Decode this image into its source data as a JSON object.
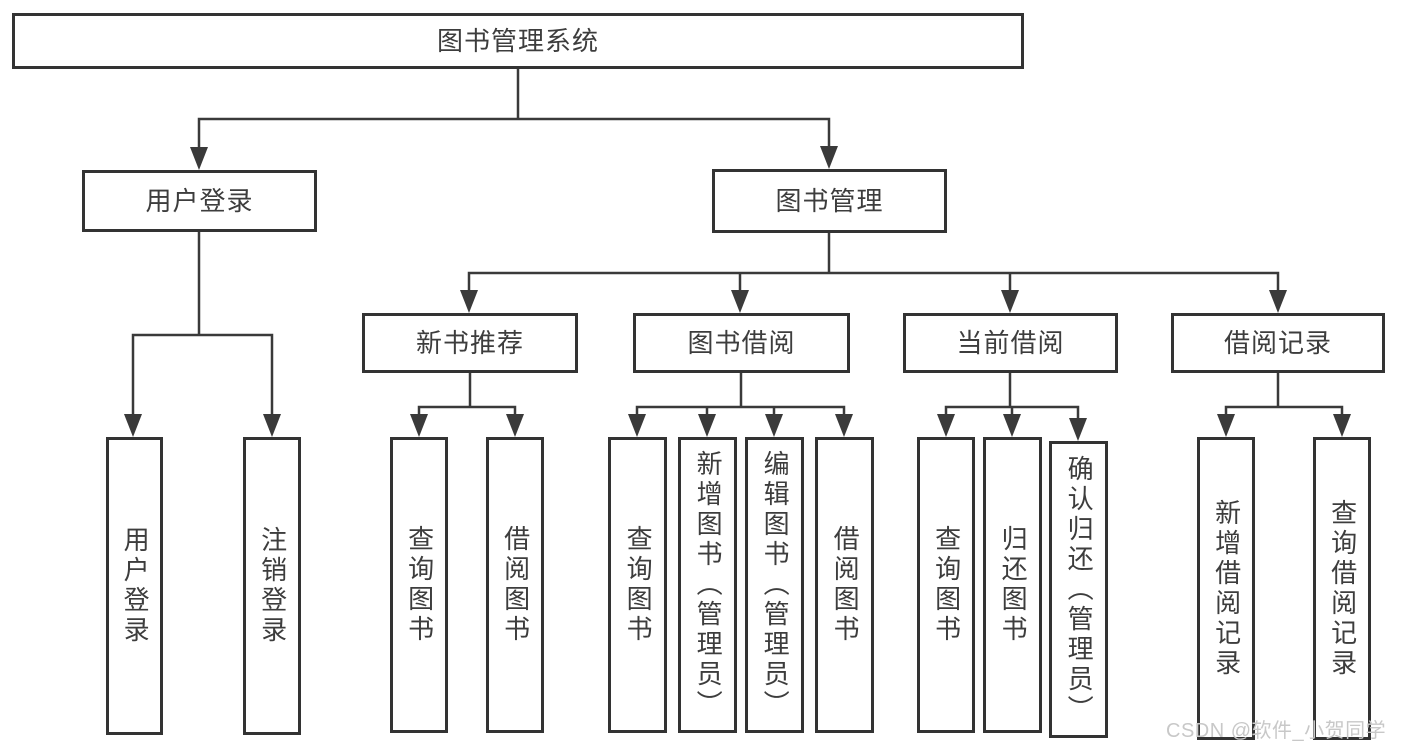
{
  "diagram_title": "图书管理系统",
  "tree": {
    "label": "图书管理系统",
    "children": [
      {
        "label": "用户登录",
        "children": [
          {
            "label": "用户登录"
          },
          {
            "label": "注销登录"
          }
        ]
      },
      {
        "label": "图书管理",
        "children": [
          {
            "label": "新书推荐",
            "children": [
              {
                "label": "查询图书"
              },
              {
                "label": "借阅图书"
              }
            ]
          },
          {
            "label": "图书借阅",
            "children": [
              {
                "label": "查询图书"
              },
              {
                "label": "新增图书（管理员）"
              },
              {
                "label": "编辑图书（管理员）"
              },
              {
                "label": "借阅图书"
              }
            ]
          },
          {
            "label": "当前借阅",
            "children": [
              {
                "label": "查询图书"
              },
              {
                "label": "归还图书"
              },
              {
                "label": "确认归还（管理员）"
              }
            ]
          },
          {
            "label": "借阅记录",
            "children": [
              {
                "label": "新增借阅记录"
              },
              {
                "label": "查询借阅记录"
              }
            ]
          }
        ]
      }
    ]
  },
  "watermark": "CSDN @软件_小贺同学",
  "colors": {
    "line": "#3a3a3a",
    "box_border": "#333333",
    "text": "#3d3d3d",
    "background": "#ffffff",
    "watermark": "#c8c8c8"
  }
}
